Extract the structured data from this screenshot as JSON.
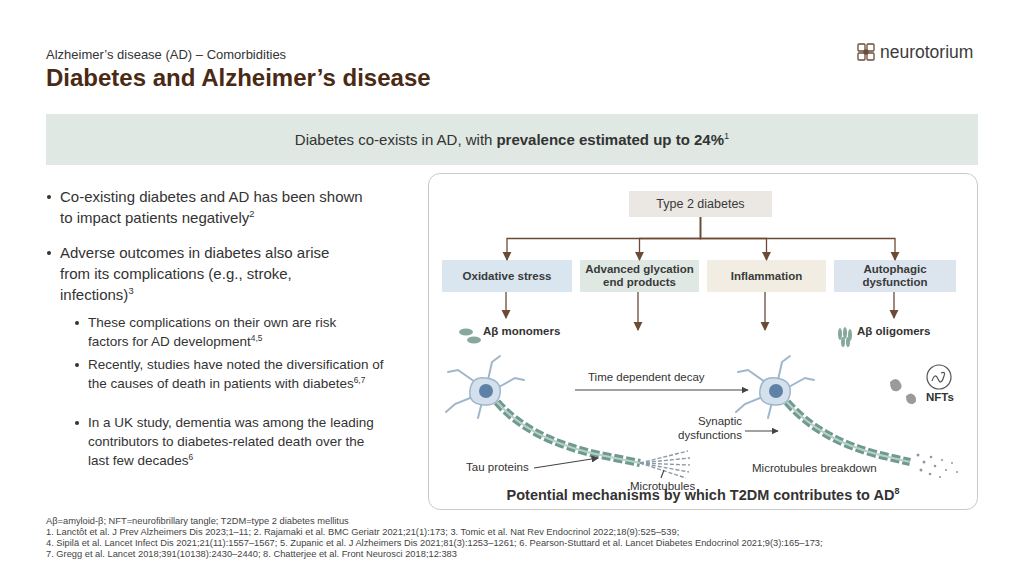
{
  "diagram": {
    "title": "Diabetes and Alzheimer’s disease",
    "caption": "Potential mechanisms by which T2DM contributes to AD",
    "nodes": [
      {
        "text": [
          "Diabetes co-exists in AD, with",
          "prevalence estimated up to 24%",
          "1"
        ]
      },
      {
        "text": [
          "Potential mechanisms by which T2DM contributes to AD",
          "8"
        ]
      },
      {
        "text": [
          "Type 2 diabetes"
        ],
        "in": 1
      },
      {
        "text": [
          "Oxidative stress"
        ],
        "in": 1
      },
      {
        "text": [
          "Advanced glycation end products"
        ],
        "in": 1
      },
      {
        "text": [
          "Inflammation"
        ],
        "in": 1
      },
      {
        "text": [
          "Autophagic dysfunction"
        ],
        "in": 1
      }
    ],
    "edges": [
      {
        "from": 2,
        "to": 3,
        "arrow": "to"
      },
      {
        "from": 2,
        "to": 4,
        "arrow": "to"
      },
      {
        "from": 2,
        "to": 5,
        "arrow": "to"
      },
      {
        "from": 2,
        "to": 6,
        "arrow": "to"
      }
    ],
    "labels": [
      "Alzheimer’s disease (AD) – Comorbidities",
      "neurotorium",
      "Co-existing diabetes and AD has been shown to impact patients negatively",
      "2",
      "Adverse outcomes in diabetes also arise from its complications (e.g., stroke, infections)",
      "3",
      "These complications on their own are risk factors for AD development",
      "4,5",
      "Recently, studies have noted the diversification of the causes of death in patients with diabetes",
      "6,7",
      "In a UK study, dementia was among the leading contributors to diabetes-related death over the last few decades",
      "6",
      "Aβ monomers",
      "Aβ oligomers",
      "Time dependent decay",
      "Synaptic dysfunctions",
      "NFTs",
      "Tau proteins",
      "Microtubules",
      "Microtubules breakdown",
      "Aβ=amyloid-β; NFT=neurofibrillary tangle; T2DM=type 2 diabetes mellitus",
      "1. Lanctôt et al. J Prev Alzheimers Dis 2023;1–11; 2. Rajamaki et al. BMC Geriatr 2021;21(1):173; 3. Tomic et al. Nat Rev Endocrinol 2022;18(9):525–539;",
      "4. Sipilä et al. Lancet Infect Dis 2021;21(11):1557–1567; 5. Zupanic et al. J Alzheimers Dis 2021;81(3):1253–1261; 6. Pearson-Stuttard et al. Lancet Diabetes Endocrinol 2021;9(3):165–173;",
      "7. Gregg et al. Lancet 2018;391(10138):2430–2440; 8. Chatterjee et al. Front Neurosci 2018;12:383"
    ]
  }
}
